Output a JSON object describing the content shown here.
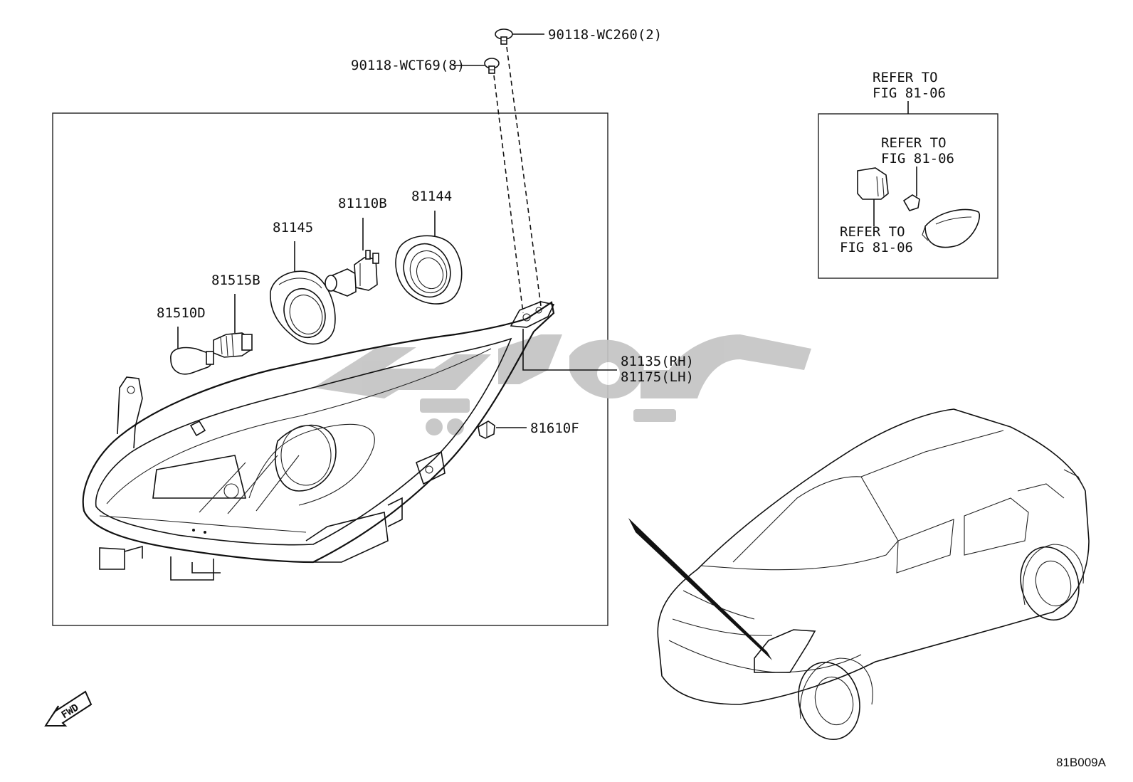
{
  "labels": {
    "bolt_a": "90118-WC260(2)",
    "bolt_b": "90118-WCT69(8)",
    "refer_top_1": "REFER TO",
    "refer_top_2": "FIG 81-06",
    "refer_bulb_1": "REFER TO",
    "refer_bulb_2": "FIG 81-06",
    "refer_socket_1": "REFER TO",
    "refer_socket_2": "FIG 81-06",
    "p81144": "81144",
    "p81110b": "81110B",
    "p81145": "81145",
    "p81515b": "81515B",
    "p81510d": "81510D",
    "p81135": "81135(RH)",
    "p81175": "81175(LH)",
    "p81610f": "81610F",
    "fwd": "FWD",
    "figure_code": "81B009A"
  },
  "colors": {
    "line": "#111111",
    "watermark": "#c4c4c4"
  },
  "icons": {
    "fwd_arrow": "forward-arrow-icon",
    "watermark": "logo-watermark"
  }
}
